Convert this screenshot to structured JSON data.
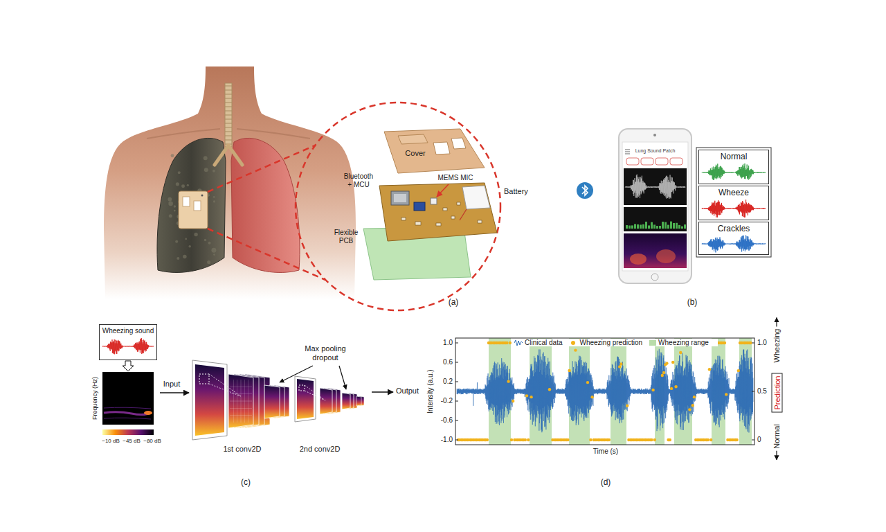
{
  "diagram": {
    "nodes": [
      {
        "text": [
          "Lung Sound Patch"
        ]
      },
      {
        "text": [
          "Normal"
        ]
      },
      {
        "text": [
          "Wheeze"
        ]
      },
      {
        "text": [
          "Crackles"
        ]
      },
      {
        "text": [
          "Wheezing sound"
        ]
      },
      {
        "text": [
          "Prediction"
        ]
      }
    ],
    "labels": [
      "Cover",
      "Bluetooth + MCU",
      "MEMS MIC",
      "Battery",
      "Flexible PCB",
      "(a)",
      "(b)",
      "Frequency (Hz)",
      "−10 dB",
      "−45 dB",
      "−80 dB",
      "Input",
      "Max pooling dropout",
      "1st conv2D",
      "2nd conv2D",
      "Output",
      "(c)",
      "Intensity (a.u.)",
      "1.0",
      "0.6",
      "0.2",
      "-0.2",
      "-0.6",
      "-1.0",
      "Time (s)",
      "1.0",
      "0.5",
      "0",
      "Wheezing",
      "Normal",
      "(d)"
    ],
    "legend": [
      {
        "text": "Clinical data"
      },
      {
        "text": "Wheezing prediction"
      },
      {
        "text": "Wheezing range",
        "color": "#b9dca9"
      }
    ]
  }
}
